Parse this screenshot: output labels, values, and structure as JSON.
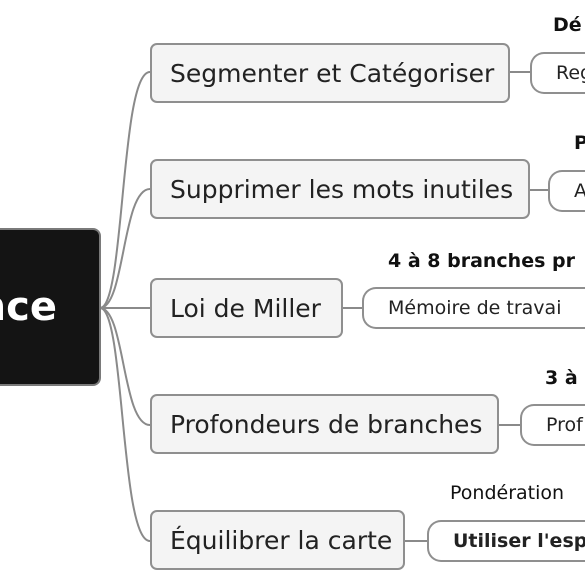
{
  "root": {
    "label": "nce"
  },
  "branches": [
    {
      "label": "Segmenter et Catégoriser",
      "detail_label": "Dé",
      "detail_box": "Reg"
    },
    {
      "label": "Supprimer les mots inutiles",
      "detail_label": "P",
      "detail_box": "A"
    },
    {
      "label": "Loi de Miller",
      "detail_label": "4 à 8 branches pr",
      "detail_box": "Mémoire de travai"
    },
    {
      "label": "Profondeurs de branches",
      "detail_label": "3 à",
      "detail_box": "Prof"
    },
    {
      "label": "Équilibrer la carte",
      "detail_label": "Pondération",
      "detail_box": "Utiliser l'esp"
    }
  ]
}
